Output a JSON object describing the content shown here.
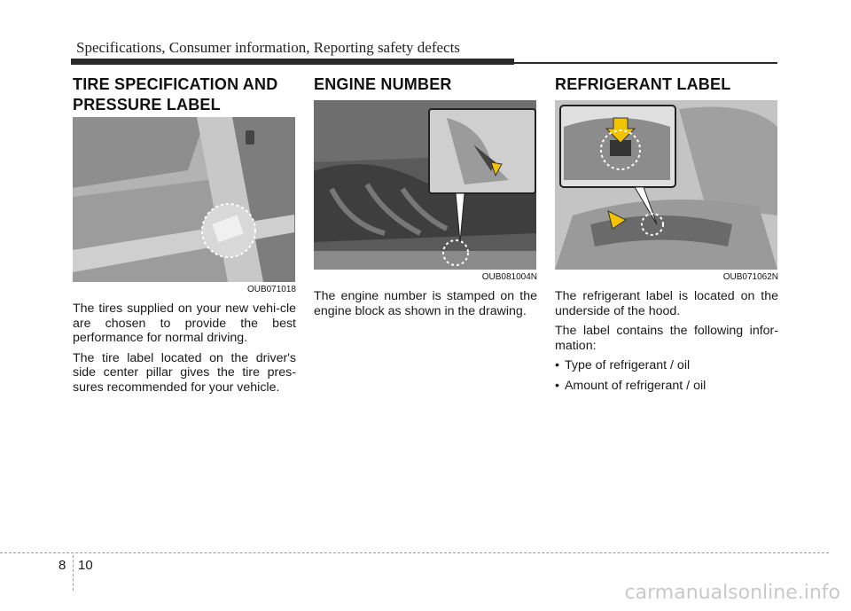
{
  "header": {
    "title": "Specifications, Consumer information, Reporting safety defects"
  },
  "tire": {
    "heading": "TIRE SPECIFICATION AND PRESSURE LABEL",
    "image_code": "OUB071018",
    "paragraphs": [
      "The tires supplied on your new vehi-cle are chosen to provide the best performance for normal driving.",
      "The tire label located on the driver's side center pillar gives the tire pres-sures recommended for your vehicle."
    ]
  },
  "engine": {
    "heading": "ENGINE NUMBER",
    "image_code": "OUB081004N",
    "paragraphs": [
      "The engine number is stamped on the engine block as shown in the drawing."
    ]
  },
  "refrigerant": {
    "heading": "REFRIGERANT LABEL",
    "image_code": "OUB071062N",
    "paragraphs": [
      "The refrigerant label is located on the underside of the hood.",
      "The label contains the following infor-mation:"
    ],
    "bullets": [
      "Type of refrigerant / oil",
      "Amount of refrigerant / oil"
    ]
  },
  "footer": {
    "section": "8",
    "page": "10"
  },
  "watermark": "carmanualsonline.info"
}
